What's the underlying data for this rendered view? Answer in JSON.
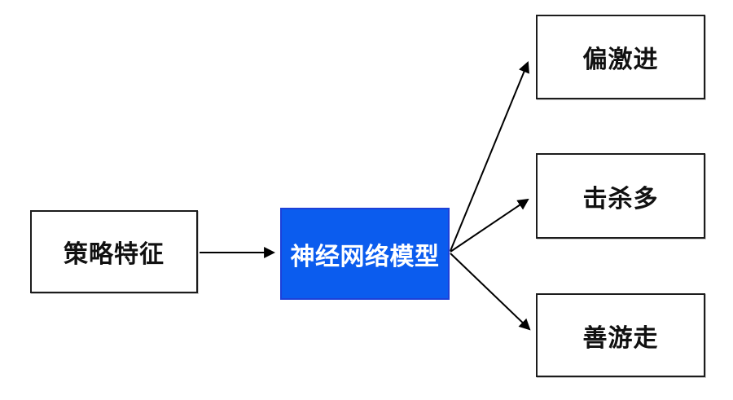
{
  "colors": {
    "model_fill": "#0b5cee",
    "model_border": "#1d40d8",
    "box_border": "#1c1c1c",
    "arrow": "#000000"
  },
  "diagram": {
    "input_label": "策略特征",
    "model_label": "神经网络模型",
    "outputs": {
      "0": {
        "label": "偏激进"
      },
      "1": {
        "label": "击杀多"
      },
      "2": {
        "label": "善游走"
      }
    }
  }
}
